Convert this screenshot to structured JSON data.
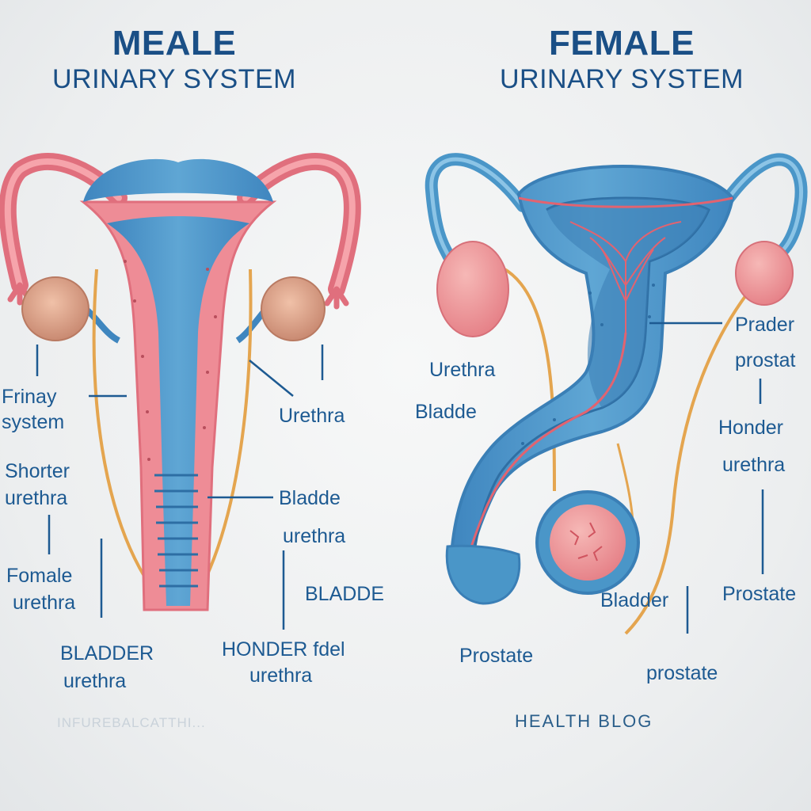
{
  "titles": {
    "left_big": "MEALE",
    "left_sub": "URINARY SYSTEM",
    "right_big": "FEMALE",
    "right_sub": "URINARY SYSTEM"
  },
  "left_labels": {
    "frinay": "Frinay",
    "system": "system",
    "shorter": "Shorter",
    "shorter_urethra": "urethra",
    "fomale": "Fomale",
    "fomale_urethra": "urethra",
    "bladder": "BLADDER",
    "bladder_urethra": "urethra",
    "urethra_top": "Urethra",
    "bladde_1": "Bladde",
    "bladde_1_urethra": "urethra",
    "bladde_2": "BLADDE",
    "honder": "HONDER fdel",
    "honder_urethra": "urethra"
  },
  "right_labels": {
    "urethra": "Urethra",
    "bladde": "Bladde",
    "prader": "Prader",
    "prostat": "prostat",
    "honder": "Honder",
    "honder_urethra": "urethra",
    "bladder": "Bladder",
    "prostate_cap": "Prostate",
    "prostate_lower": "prostate",
    "prostate_right": "Prostate"
  },
  "footer": {
    "left": "INFUREBALCATTHI...",
    "right": "HEALTH BLOG"
  },
  "colors": {
    "organ_blue": "#4a96c8",
    "organ_pink": "#ef8a94",
    "ovary": "#d9a08a",
    "tube_orange": "#e4a54f",
    "text": "#1d5a92"
  }
}
